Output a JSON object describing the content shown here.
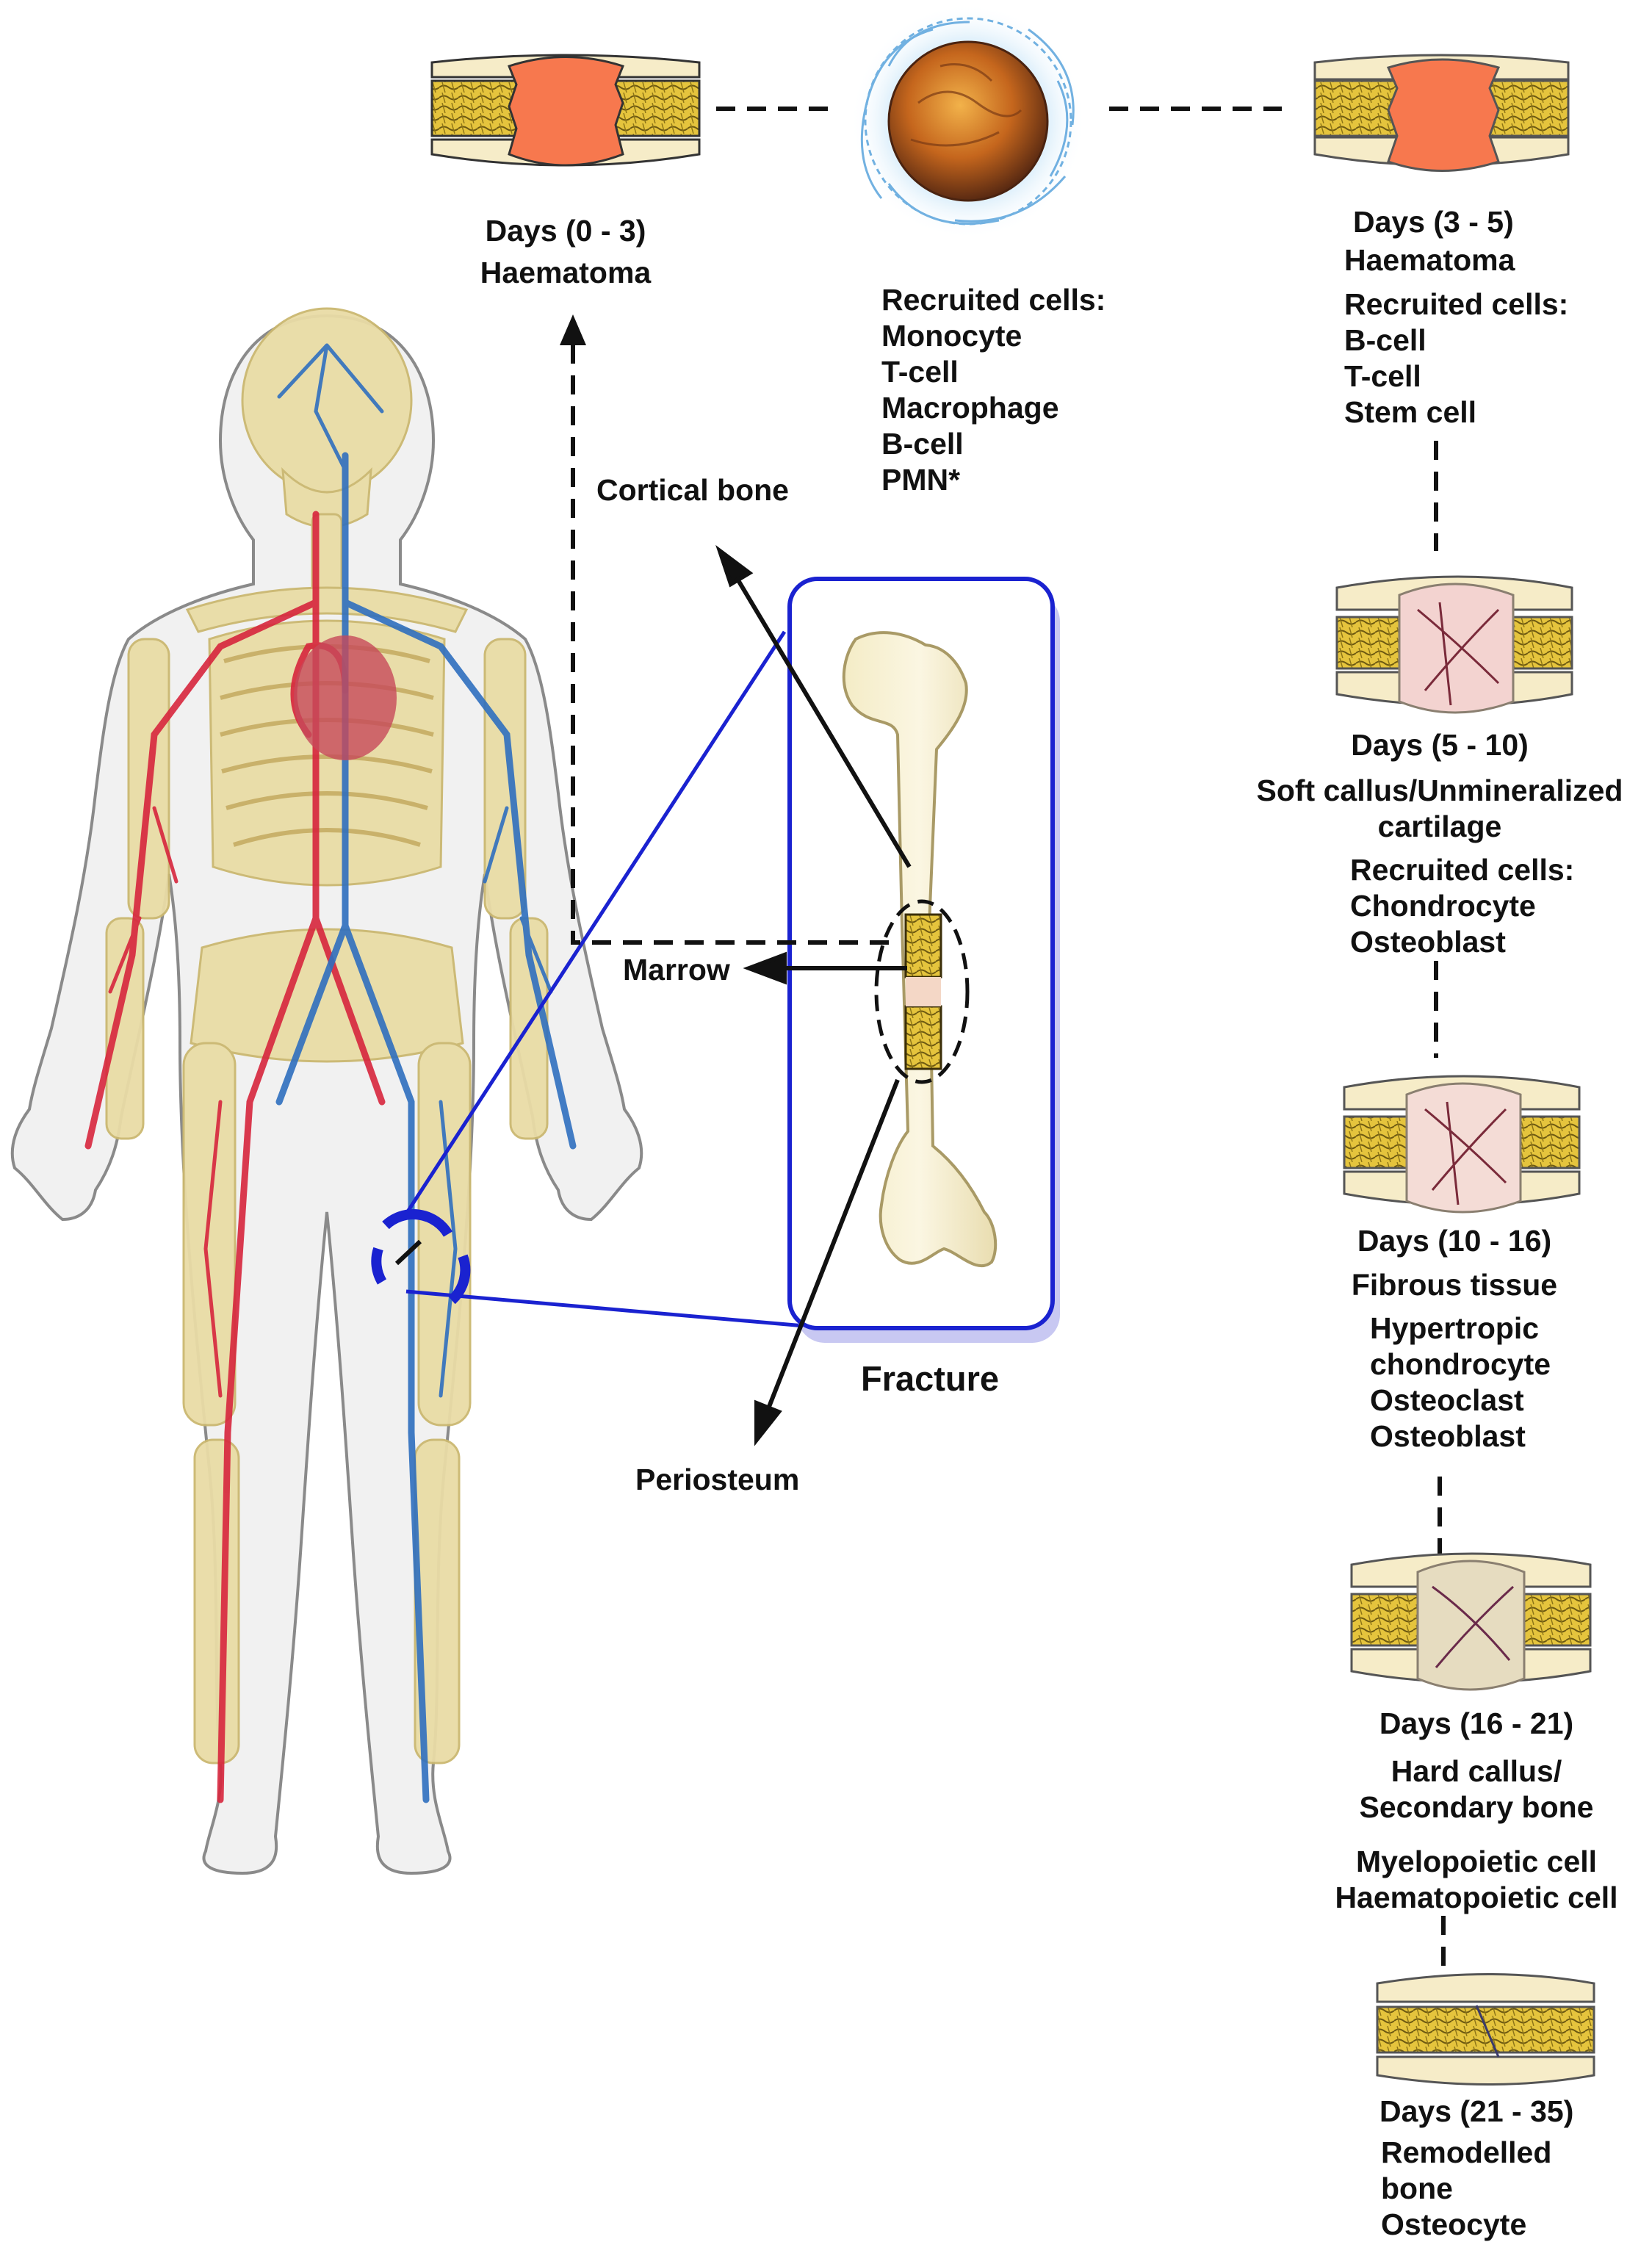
{
  "stages": [
    {
      "days": "Days (0 - 3)",
      "tissue": "Haematoma"
    },
    {
      "days": "Days (3 - 5)",
      "tissue": "Haematoma"
    },
    {
      "days": "Days (5 - 10)",
      "tissue_lines": [
        "Soft callus/Unmineralized",
        "cartilage"
      ]
    },
    {
      "days": "Days (10 - 16)",
      "tissue": "Fibrous tissue"
    },
    {
      "days": "Days (16 - 21)",
      "tissue_lines": [
        "Hard callus/",
        "Secondary bone"
      ]
    },
    {
      "days": "Days (21 - 35)",
      "tissue_lines": [
        "Remodelled",
        "bone"
      ]
    }
  ],
  "cell_lists": {
    "early": {
      "heading": "Recruited cells:",
      "cells": [
        "Monocyte",
        "T-cell",
        "Macrophage",
        "B-cell",
        "PMN*"
      ]
    },
    "days_3_5": {
      "heading": "Recruited cells:",
      "cells": [
        "B-cell",
        "T-cell",
        "Stem cell"
      ]
    },
    "days_5_10": {
      "heading": "Recruited cells:",
      "cells": [
        "Chondrocyte",
        "Osteoblast"
      ]
    },
    "days_10_16": {
      "cells": [
        "Hypertropic",
        "chondrocyte",
        "Osteoclast",
        "Osteoblast"
      ]
    },
    "days_16_21": {
      "cells": [
        "Myelopoietic cell",
        "Haematopoietic cell"
      ]
    },
    "days_21_35": {
      "cells": [
        "Osteocyte"
      ]
    }
  },
  "bone_labels": {
    "cortical": "Cortical bone",
    "marrow": "Marrow",
    "periosteum": "Periosteum",
    "fracture": "Fracture"
  },
  "colors": {
    "haematoma": "#f7784e",
    "cortical_bone": "#e2c23a",
    "bone_cream": "#f6efcf",
    "zoom_box": "#1a22d0",
    "artery": "#d7263d",
    "vein": "#2f6fbf"
  }
}
